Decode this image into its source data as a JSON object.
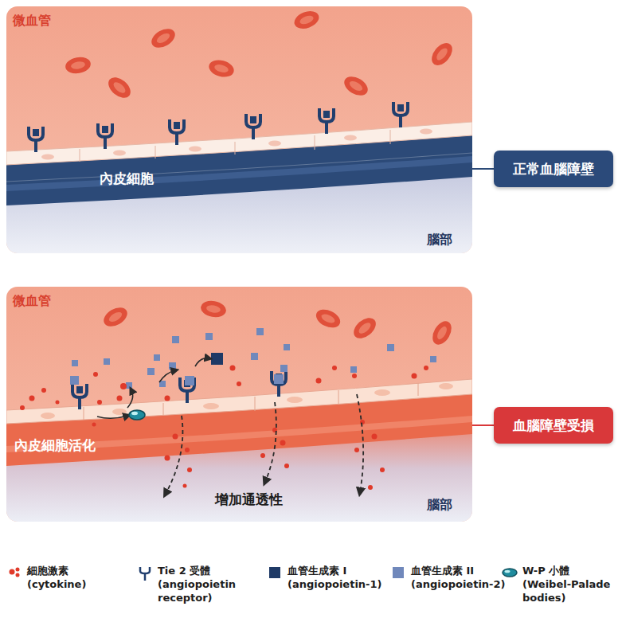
{
  "diagram": {
    "nodes": [
      {
        "text": [
          "微血管",
          "內皮細胞",
          "腦部"
        ]
      },
      {
        "text": [
          "正常血腦障壁"
        ]
      },
      {
        "text": [
          "微血管",
          "內皮細胞活化",
          "增加通透性",
          "腦部"
        ]
      },
      {
        "text": [
          "血腦障壁受損"
        ]
      }
    ],
    "edges": [
      {
        "from": 0,
        "to": 1,
        "arrow": "none"
      },
      {
        "from": 2,
        "to": 3,
        "arrow": "none"
      }
    ],
    "legend": [
      {
        "text": "細胞激素 (cytokine)"
      },
      {
        "text": "Tie 2 受體 (angiopoietin receptor)"
      },
      {
        "text": "血管生成素 I (angiopoietin-1)",
        "color": "#1f3a66"
      },
      {
        "text": "血管生成素 II (angiopoietin-2)",
        "color": "#7088bb"
      },
      {
        "text": "W-P 小體 (Weibel-Palade bodies)"
      }
    ]
  }
}
